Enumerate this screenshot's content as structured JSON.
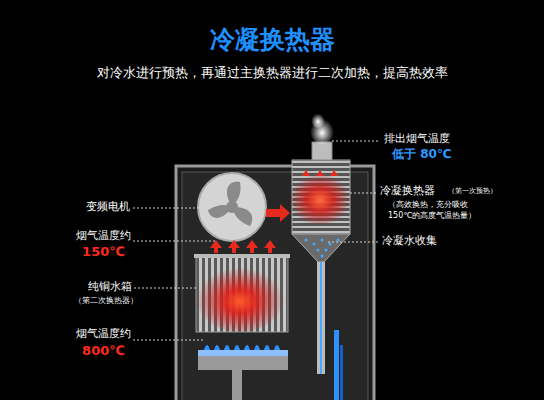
{
  "diagram": {
    "title": "冷凝换热器",
    "labels": [
      "对冷水进行预热，再通过主换热器进行二次加热，提高热效率",
      "排出烟气温度",
      "低于 80℃",
      "变频电机",
      "冷凝换热器",
      "（第一次预热）",
      "（高效换热，充分吸收 150℃的高度气温热量）",
      "冷凝水收集",
      "烟气温度约",
      "150℃",
      "纯铜水箱",
      "（第二次换热器）",
      "烟气温度约",
      "800℃"
    ]
  }
}
